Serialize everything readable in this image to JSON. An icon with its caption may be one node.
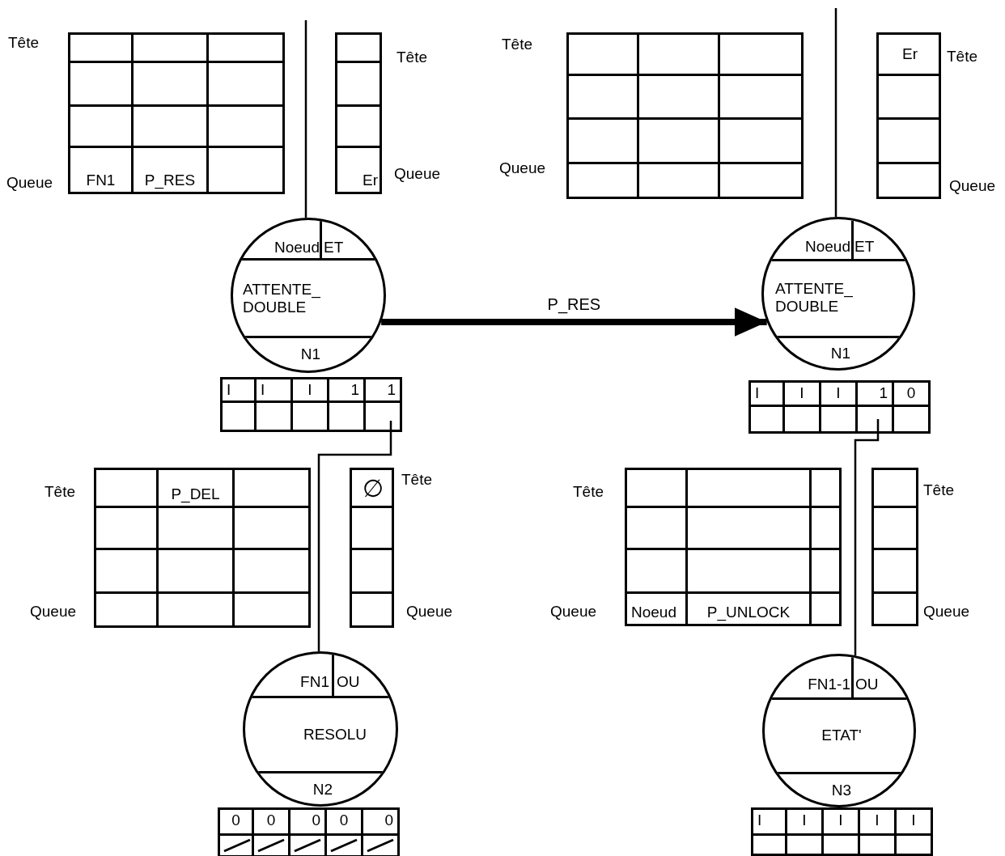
{
  "diagram": {
    "nodes": [
      {
        "text": [
          "Tête",
          "Queue",
          "FN1",
          "P_RES"
        ]
      },
      {
        "text": [
          "Tête",
          "Er",
          "Queue"
        ]
      },
      {
        "text": [
          "Noeud",
          "ET",
          "ATTENTE_ DOUBLE",
          "N1"
        ]
      },
      {
        "text": [
          "I",
          "I",
          "I",
          "1",
          "1"
        ]
      },
      {
        "text": [
          "Tête",
          "P_DEL",
          "Queue"
        ]
      },
      {
        "text": [
          "∅",
          "Tête",
          "Queue"
        ]
      },
      {
        "text": [
          "FN1",
          "OU",
          "RESOLU",
          "N2"
        ]
      },
      {
        "text": [
          "0",
          "0",
          "0",
          "0",
          "0"
        ]
      },
      {
        "text": [
          "Tête",
          "Queue"
        ]
      },
      {
        "text": [
          "Er",
          "Tête",
          "Queue"
        ]
      },
      {
        "text": [
          "Noeud",
          "ET",
          "ATTENTE_ DOUBLE",
          "N1"
        ]
      },
      {
        "text": [
          "I",
          "I",
          "I",
          "1",
          "0"
        ]
      },
      {
        "text": [
          "Tête",
          "Queue",
          "Noeud",
          "P_UNLOCK"
        ]
      },
      {
        "text": [
          "Tête",
          "Queue"
        ]
      },
      {
        "text": [
          "FN1-1",
          "OU",
          "ETAT'",
          "N3"
        ]
      },
      {
        "text": [
          "I",
          "I",
          "I",
          "I",
          "I"
        ]
      }
    ],
    "edges": [
      {
        "from": null,
        "to": 2,
        "arrow": "none"
      },
      {
        "from": 3,
        "to": 6,
        "arrow": "none"
      },
      {
        "from": null,
        "to": 10,
        "arrow": "none"
      },
      {
        "from": 11,
        "to": 14,
        "arrow": "none"
      },
      {
        "from": 2,
        "to": 10,
        "arrow": "to",
        "label": "P_RES",
        "style": "thick"
      }
    ]
  }
}
